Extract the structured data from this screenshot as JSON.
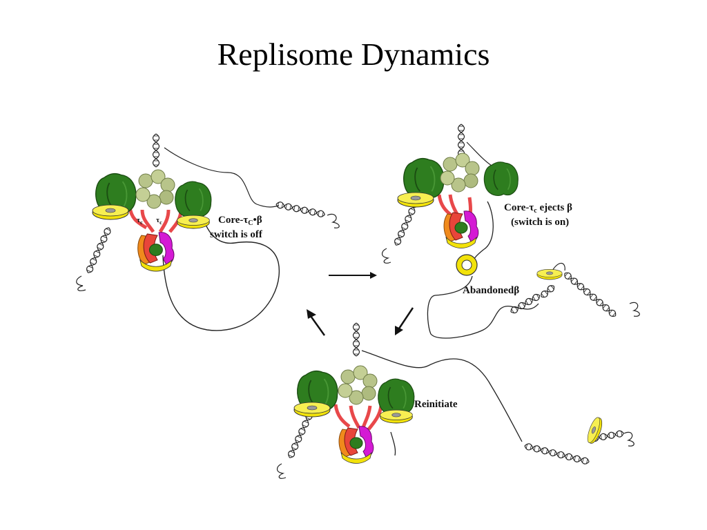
{
  "title": "Replisome Dynamics",
  "panels": {
    "top_left": {
      "label_line1_prefix": "Core-",
      "label_line1_tau": "τ",
      "label_line1_sub": "C",
      "label_line1_suffix": "•β",
      "label_line2": "switch is off",
      "tau_left": "τ",
      "tau_left_sub": "c",
      "tau_right": "τ",
      "tau_right_sub": "c"
    },
    "top_right": {
      "label_line1_prefix": "Core-",
      "label_line1_tau": "τ",
      "label_line1_sub": "c",
      "label_line1_suffix": " ejects β",
      "label_line2": "(switch is on)",
      "abandoned_label": "Abandonedβ"
    },
    "bottom": {
      "label": "Reinitiate"
    }
  },
  "colors": {
    "polymerase_green": "#2e7d1f",
    "polymerase_dark": "#1b4d12",
    "clamp_yellow": "#f2e20a",
    "helicase_olive": "#b8c48a",
    "linker_red": "#e8484a",
    "primase_orange": "#f08a1c",
    "primase_red": "#e8453a",
    "clamp_loader_magenta": "#d41ad4",
    "dna": "#222222"
  }
}
